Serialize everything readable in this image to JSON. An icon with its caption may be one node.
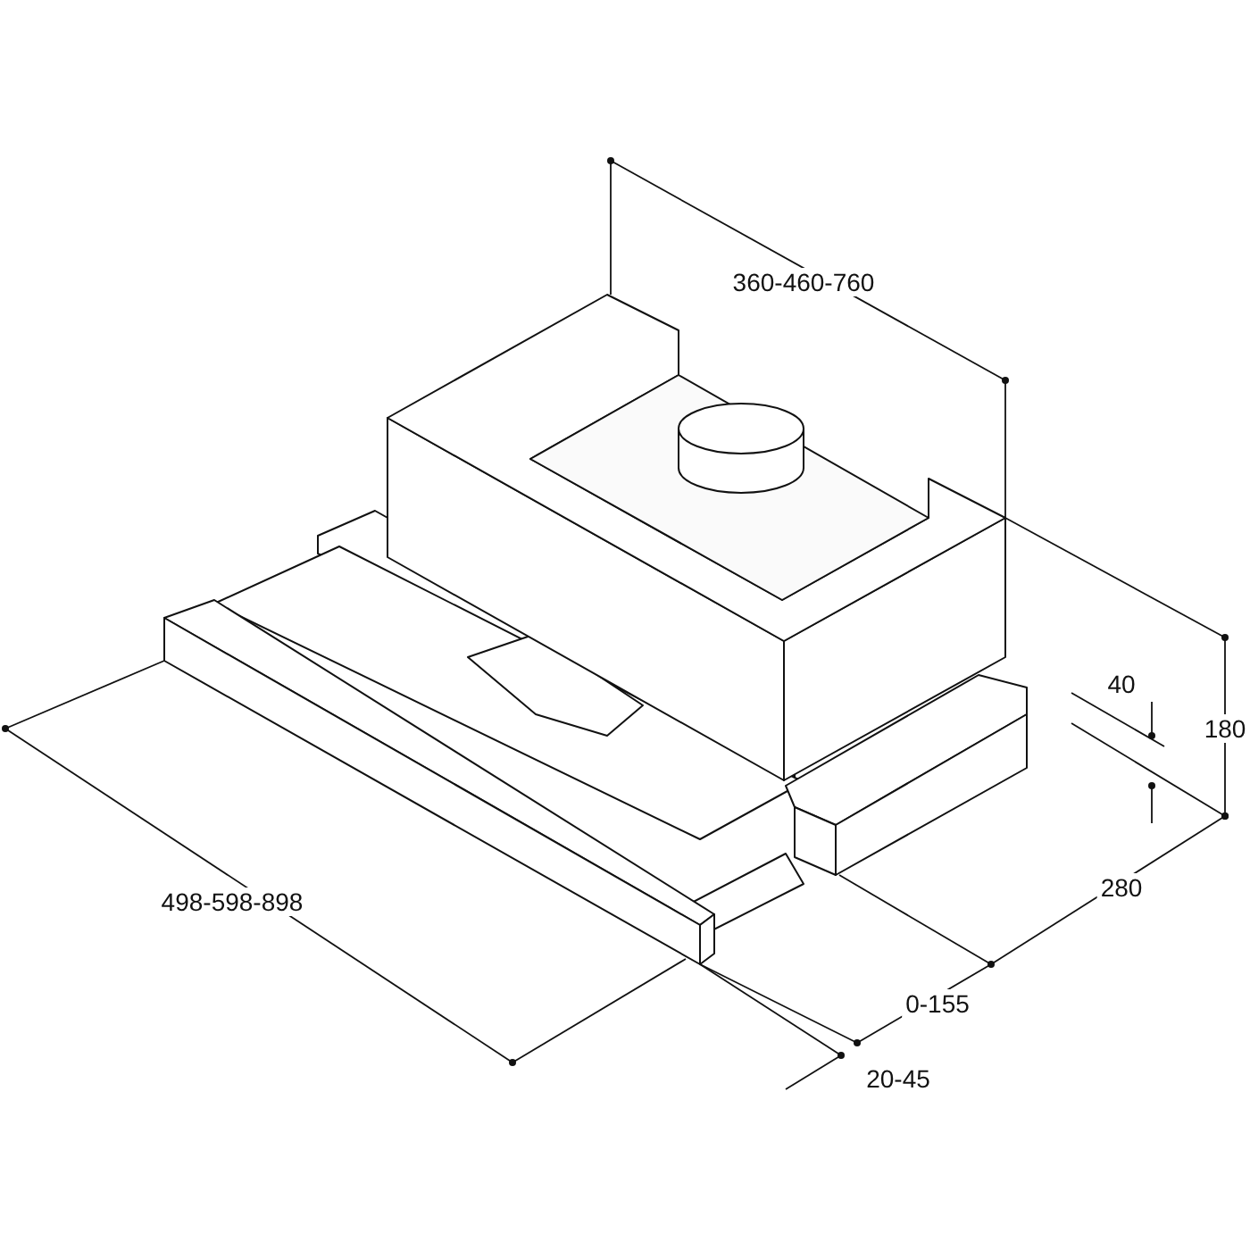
{
  "diagram": {
    "labels": [
      "360-460-760",
      "40",
      "180",
      "280",
      "498-598-898",
      "0-155",
      "20-45"
    ]
  }
}
